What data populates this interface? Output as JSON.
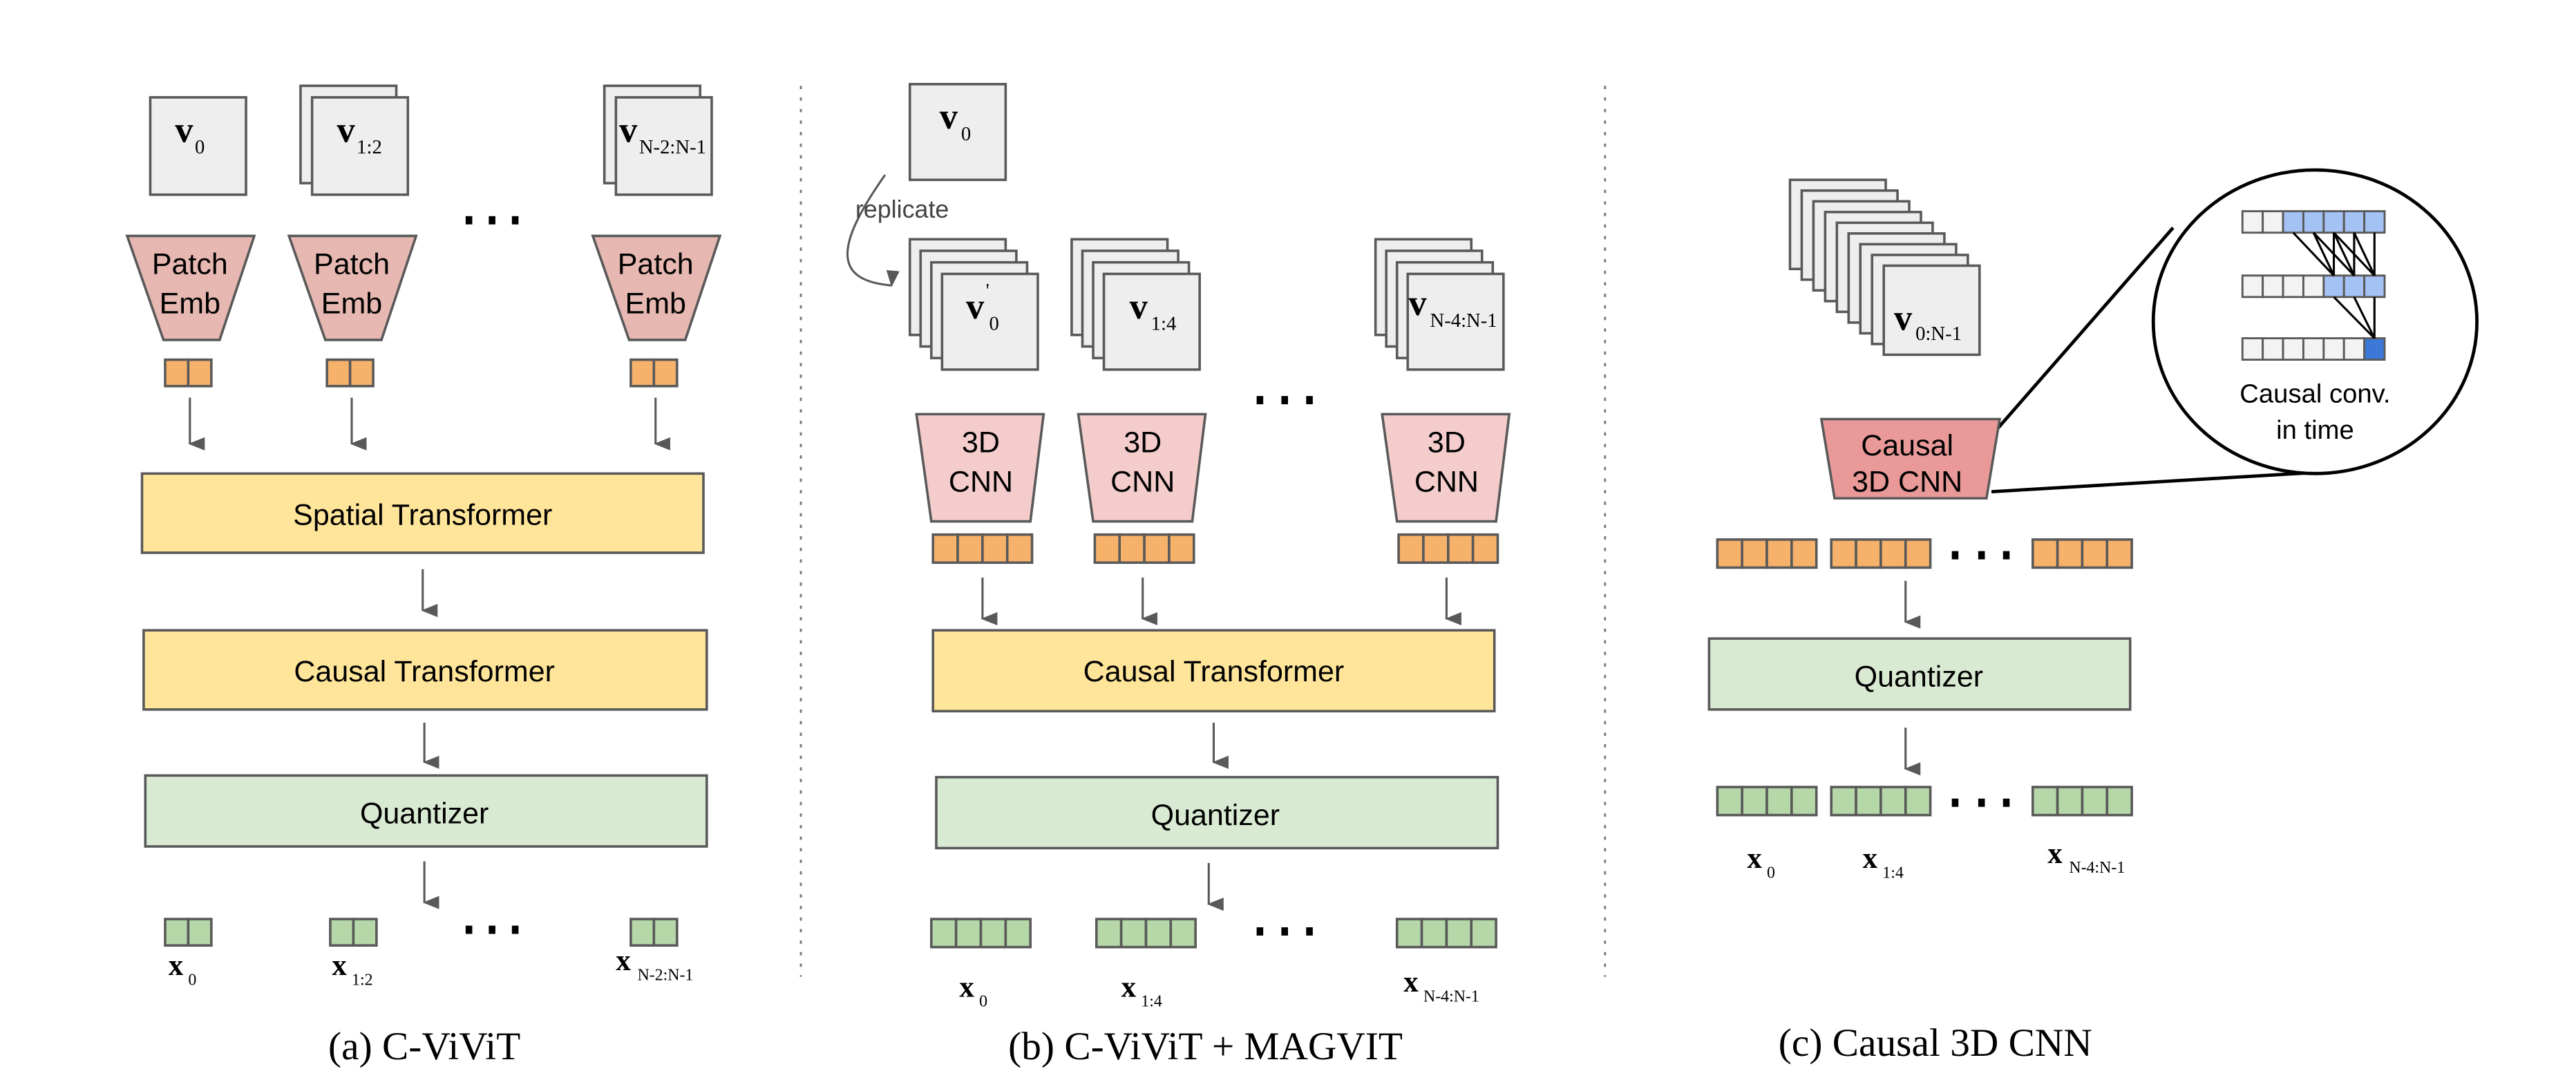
{
  "figure": {
    "panels": [
      {
        "id": "a",
        "caption": "(a) C-ViViT",
        "inputs": [
          {
            "symbol": "v",
            "subscript": "0",
            "frames": 1
          },
          {
            "symbol": "v",
            "subscript": "1:2",
            "frames": 2
          },
          {
            "symbol": "v",
            "subscript": "N-2:N-1",
            "frames": 2
          }
        ],
        "encoder_label_line1": "Patch",
        "encoder_label_line2": "Emb",
        "tokens_per_group": 2,
        "blocks": [
          "Spatial Transformer",
          "Causal Transformer",
          "Quantizer"
        ],
        "outputs": [
          {
            "symbol": "x",
            "subscript": "0"
          },
          {
            "symbol": "x",
            "subscript": "1:2"
          },
          {
            "symbol": "x",
            "subscript": "N-2:N-1"
          }
        ]
      },
      {
        "id": "b",
        "caption": "(b) C-ViViT + MAGVIT",
        "first_frame": {
          "symbol": "v",
          "subscript": "0"
        },
        "replicate_label": "replicate",
        "inputs": [
          {
            "symbol": "v",
            "prime": "'",
            "subscript": "0",
            "frames": 4
          },
          {
            "symbol": "v",
            "subscript": "1:4",
            "frames": 4
          },
          {
            "symbol": "v",
            "subscript": "N-4:N-1",
            "frames": 4
          }
        ],
        "encoder_label_line1": "3D",
        "encoder_label_line2": "CNN",
        "tokens_per_group": 4,
        "blocks": [
          "Causal Transformer",
          "Quantizer"
        ],
        "outputs": [
          {
            "symbol": "x",
            "subscript": "0"
          },
          {
            "symbol": "x",
            "subscript": "1:4"
          },
          {
            "symbol": "x",
            "subscript": "N-4:N-1"
          }
        ]
      },
      {
        "id": "c",
        "caption": "(c) Causal 3D CNN",
        "input": {
          "symbol": "v",
          "subscript": "0:N-1",
          "frames": 9
        },
        "encoder_label_line1": "Causal",
        "encoder_label_line2": "3D CNN",
        "zoom_label_line1": "Causal conv.",
        "zoom_label_line2": "in time",
        "zoom_rows": [
          {
            "active_from": 2,
            "cells": 7,
            "highlight": "light"
          },
          {
            "active_from": 4,
            "cells": 7,
            "highlight": "light"
          },
          {
            "active_from": 6,
            "cells": 7,
            "highlight": "dark"
          }
        ],
        "tokens_per_group": 4,
        "blocks": [
          "Quantizer"
        ],
        "outputs": [
          {
            "symbol": "x",
            "subscript": "0"
          },
          {
            "symbol": "x",
            "subscript": "1:4"
          },
          {
            "symbol": "x",
            "subscript": "N-4:N-1"
          }
        ]
      }
    ],
    "colors": {
      "frame": "#eeeeee",
      "patch_emb": "#e6b8b1",
      "cnn_3d": "#f4cccc",
      "causal_cnn": "#ea9999",
      "transformer": "#ffe599",
      "quantizer": "#d9ead3",
      "token_continuous": "#f6b26b",
      "token_discrete": "#b6d7a8",
      "conv_active": "#a4c2f4",
      "conv_output": "#3c78d8"
    }
  }
}
